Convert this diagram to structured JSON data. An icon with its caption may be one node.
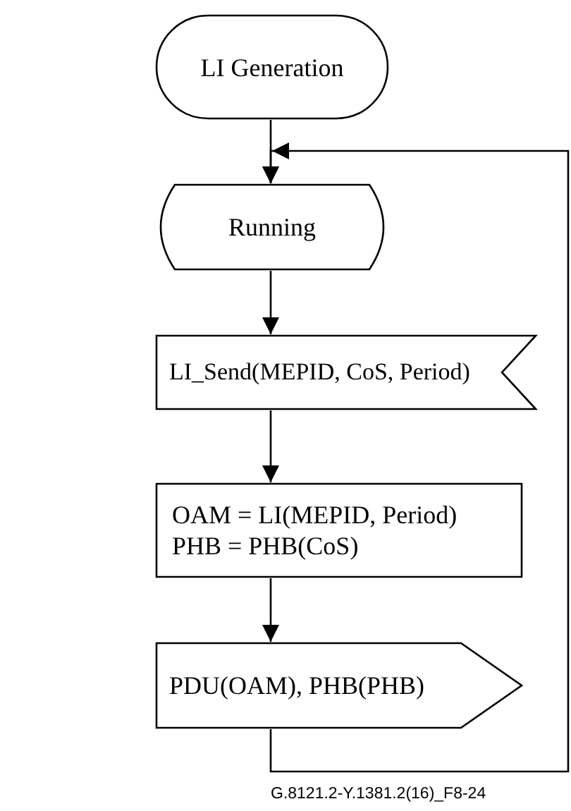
{
  "diagram": {
    "nodes": [
      {
        "text": [
          "LI Generation"
        ]
      },
      {
        "text": [
          "Running"
        ]
      },
      {
        "text": [
          "LI_Send(MEPID, CoS, Period)"
        ]
      },
      {
        "text": [
          "OAM = LI(MEPID, Period)",
          "PHB = PHB(CoS)"
        ]
      },
      {
        "text": [
          "PDU(OAM), PHB(PHB)"
        ]
      }
    ],
    "edges": [
      {
        "from": 0,
        "to": 1,
        "arrow": "to"
      },
      {
        "from": 4,
        "to": 1,
        "arrow": "to"
      },
      {
        "from": 1,
        "to": 2,
        "arrow": "to"
      },
      {
        "from": 2,
        "to": 3,
        "arrow": "to"
      },
      {
        "from": 3,
        "to": 4,
        "arrow": "to"
      }
    ],
    "labels": [
      "G.8121.2-Y.1381.2(16)_F8-24"
    ]
  }
}
